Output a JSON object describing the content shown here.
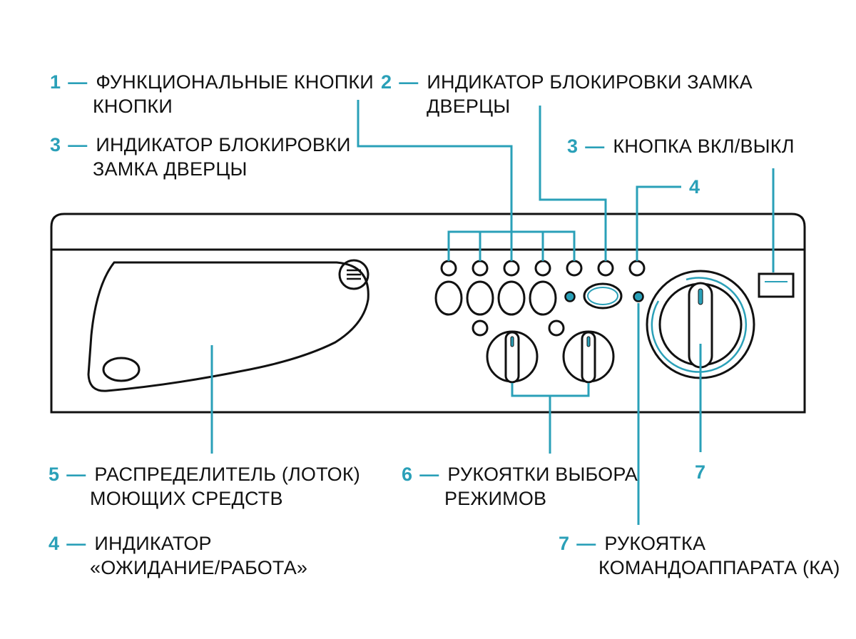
{
  "colors": {
    "accent": "#2aa0b8",
    "ink": "#111111",
    "background": "#ffffff"
  },
  "callouts": [
    {
      "id": "c1",
      "number": "1",
      "dash": "—",
      "line1": "ФУНКЦИОНАЛЬНЫЕ КНОПКИ",
      "line2": "КНОПКИ"
    },
    {
      "id": "c2",
      "number": "2",
      "dash": "—",
      "line1": "ИНДИКАТОР БЛОКИРОВКИ ЗАМКА",
      "line2": "ДВЕРЦЫ"
    },
    {
      "id": "c3a",
      "number": "3",
      "dash": "—",
      "line1": "ИНДИКАТОР БЛОКИРОВКИ",
      "line2": "ЗАМКА ДВЕРЦЫ"
    },
    {
      "id": "c3b",
      "number": "3",
      "dash": "—",
      "line1": "КНОПКА ВКЛ/ВЫКЛ",
      "line2": ""
    },
    {
      "id": "c4top",
      "number": "4",
      "dash": "",
      "line1": "",
      "line2": ""
    },
    {
      "id": "c5",
      "number": "5",
      "dash": "—",
      "line1": "РАСПРЕДЕЛИТЕЛЬ (ЛОТОК)",
      "line2": "МОЮЩИХ СРЕДСТВ"
    },
    {
      "id": "c6",
      "number": "6",
      "dash": "—",
      "line1": "РУКОЯТКИ ВЫБОРА",
      "line2": "РЕЖИМОВ"
    },
    {
      "id": "c7mid",
      "number": "7",
      "dash": "",
      "line1": "",
      "line2": ""
    },
    {
      "id": "c4b",
      "number": "4",
      "dash": "—",
      "line1": "ИНДИКАТОР",
      "line2": "«ОЖИДАНИЕ/РАБОТА»"
    },
    {
      "id": "c7b",
      "number": "7",
      "dash": "—",
      "line1": "РУКОЯТКА",
      "line2": "КОМАНДОАППАРАТА (КА)"
    }
  ],
  "icons": {
    "tray_handle": "menu-lines-icon"
  }
}
